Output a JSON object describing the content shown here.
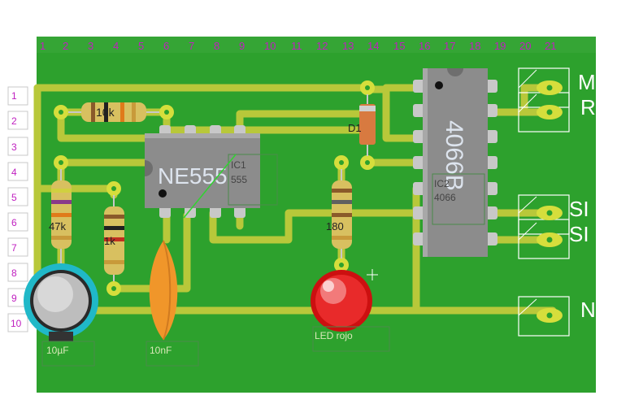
{
  "board": {
    "board_color": "#2da12d",
    "trace_color": "#b8c83a",
    "pad_color": "#d6de3c",
    "label_color": "#c020c0",
    "border_color": "#28a028"
  },
  "grid": {
    "columns": [
      "1",
      "2",
      "3",
      "4",
      "5",
      "6",
      "7",
      "8",
      "9",
      "10",
      "11",
      "12",
      "13",
      "14",
      "15",
      "16",
      "17",
      "18",
      "19",
      "20",
      "21"
    ],
    "rows": [
      "1",
      "2",
      "3",
      "4",
      "5",
      "6",
      "7",
      "8",
      "9",
      "10"
    ]
  },
  "ics": {
    "ne555": {
      "text": "NE555",
      "ref": "IC1",
      "value": "555"
    },
    "cd4066": {
      "text": "4066B",
      "ref": "IC2",
      "value": "4066"
    }
  },
  "components": {
    "r1": "10k",
    "r2": "47k",
    "r3": "1k",
    "r4": "180",
    "d1": "D1",
    "c1": "10µF",
    "c2": "10nF",
    "led": "LED rojo"
  },
  "connectors": {
    "m": "M",
    "r": "R",
    "s1": "SI",
    "s2": "SI",
    "n": "N"
  }
}
